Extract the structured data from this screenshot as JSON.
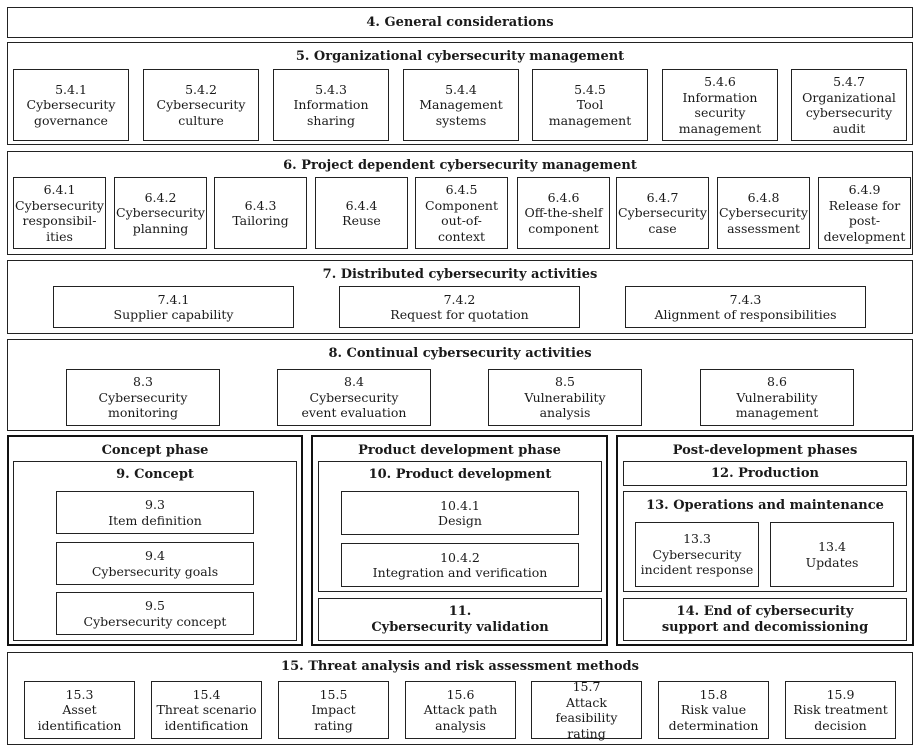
{
  "sections": {
    "s4": {
      "title": "4. General considerations"
    },
    "s5": {
      "title": "5. Organizational cybersecurity management",
      "items": [
        {
          "num": "5.4.1",
          "label": "Cybersecurity\ngovernance"
        },
        {
          "num": "5.4.2",
          "label": "Cybersecurity\nculture"
        },
        {
          "num": "5.4.3",
          "label": "Information\nsharing"
        },
        {
          "num": "5.4.4",
          "label": "Management\nsystems"
        },
        {
          "num": "5.4.5",
          "label": "Tool\nmanagement"
        },
        {
          "num": "5.4.6",
          "label": "Information\nsecurity\nmanagement"
        },
        {
          "num": "5.4.7",
          "label": "Organizational\ncybersecurity\naudit"
        }
      ]
    },
    "s6": {
      "title": "6. Project dependent cybersecurity management",
      "items": [
        {
          "num": "6.4.1",
          "label": "Cybersecurity\nresponsibil-\nities"
        },
        {
          "num": "6.4.2",
          "label": "Cybersecurity\nplanning"
        },
        {
          "num": "6.4.3",
          "label": "Tailoring"
        },
        {
          "num": "6.4.4",
          "label": "Reuse"
        },
        {
          "num": "6.4.5",
          "label": "Component\nout-of-context"
        },
        {
          "num": "6.4.6",
          "label": "Off-the-shelf\ncomponent"
        },
        {
          "num": "6.4.7",
          "label": "Cybersecurity\ncase"
        },
        {
          "num": "6.4.8",
          "label": "Cybersecurity\nassessment"
        },
        {
          "num": "6.4.9",
          "label": "Release for\npost-\ndevelopment"
        }
      ]
    },
    "s7": {
      "title": "7. Distributed cybersecurity activities",
      "items": [
        {
          "num": "7.4.1",
          "label": "Supplier capability"
        },
        {
          "num": "7.4.2",
          "label": "Request for quotation"
        },
        {
          "num": "7.4.3",
          "label": "Alignment of responsibilities"
        }
      ]
    },
    "s8": {
      "title": "8. Continual cybersecurity activities",
      "items": [
        {
          "num": "8.3",
          "label": "Cybersecurity\nmonitoring"
        },
        {
          "num": "8.4",
          "label": "Cybersecurity\nevent evaluation"
        },
        {
          "num": "8.5",
          "label": "Vulnerability\nanalysis"
        },
        {
          "num": "8.6",
          "label": "Vulnerability\nmanagement"
        }
      ]
    },
    "concept_phase": {
      "title": "Concept phase",
      "s9": {
        "title": "9. Concept",
        "items": [
          {
            "num": "9.3",
            "label": "Item definition"
          },
          {
            "num": "9.4",
            "label": "Cybersecurity goals"
          },
          {
            "num": "9.5",
            "label": "Cybersecurity concept"
          }
        ]
      }
    },
    "product_phase": {
      "title": "Product development phase",
      "s10": {
        "title": "10. Product development",
        "items": [
          {
            "num": "10.4.1",
            "label": "Design"
          },
          {
            "num": "10.4.2",
            "label": "Integration and verification"
          }
        ]
      },
      "s11": {
        "label": "11.\nCybersecurity validation"
      }
    },
    "post_phase": {
      "title": "Post-development phases",
      "s12": {
        "label": "12. Production"
      },
      "s13": {
        "title": "13. Operations and maintenance",
        "items": [
          {
            "num": "13.3",
            "label": "Cybersecurity\nincident response"
          },
          {
            "num": "13.4",
            "label": "Updates"
          }
        ]
      },
      "s14": {
        "label": "14. End of cybersecurity\nsupport and decomissioning"
      }
    },
    "s15": {
      "title": "15. Threat analysis and risk assessment methods",
      "items": [
        {
          "num": "15.3",
          "label": "Asset\nidentification"
        },
        {
          "num": "15.4",
          "label": "Threat scenario\nidentification"
        },
        {
          "num": "15.5",
          "label": "Impact\nrating"
        },
        {
          "num": "15.6",
          "label": "Attack path\nanalysis"
        },
        {
          "num": "15.7",
          "label": "Attack feasibility\nrating"
        },
        {
          "num": "15.8",
          "label": "Risk value\ndetermination"
        },
        {
          "num": "15.9",
          "label": "Risk treatment\ndecision"
        }
      ]
    }
  }
}
